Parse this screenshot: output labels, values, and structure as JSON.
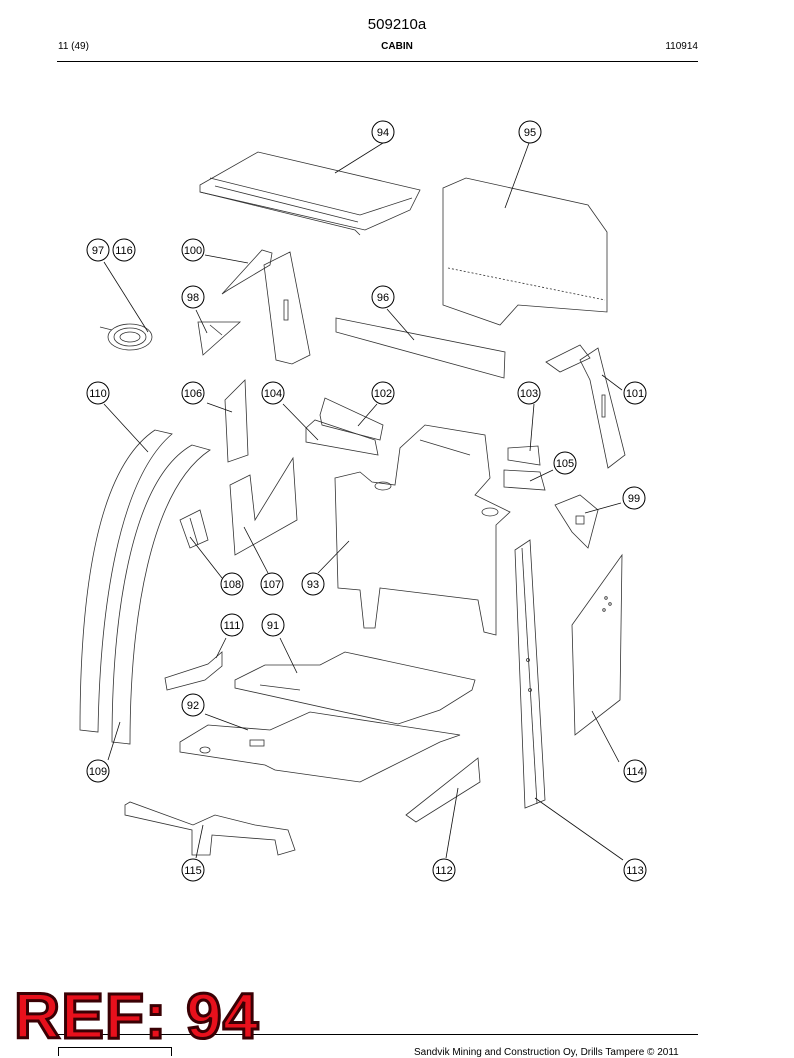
{
  "document": {
    "number": "509210a"
  },
  "header": {
    "page": "11 (49)",
    "section": "CABIN",
    "code": "110914"
  },
  "stamp": {
    "text": "REF: 94"
  },
  "footer": {
    "copyright": "Sandvik Mining and Construction Oy, Drills Tampere © 2011"
  },
  "callouts": [
    "94",
    "95",
    "97",
    "116",
    "100",
    "98",
    "96",
    "110",
    "106",
    "104",
    "102",
    "103",
    "101",
    "105",
    "99",
    "108",
    "107",
    "93",
    "111",
    "91",
    "92",
    "109",
    "114",
    "115",
    "112",
    "113"
  ]
}
